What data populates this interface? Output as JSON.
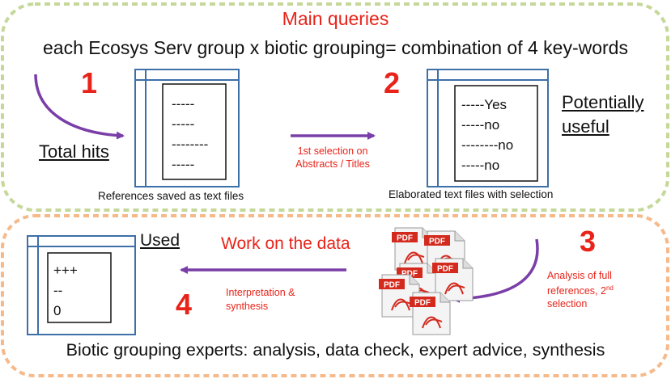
{
  "top_panel": {
    "title": "Main queries",
    "subtitle": "each Ecosys Serv group x biotic grouping= combination of 4 key-words",
    "step1_number": "1",
    "step2_number": "2",
    "total_hits_label": "Total hits",
    "doc1_lines": [
      "-----",
      "-----",
      "--------",
      "-----"
    ],
    "doc1_caption": "References saved as text files",
    "arrow1_label_line1": "1st selection on",
    "arrow1_label_line2": "Abstracts / Titles",
    "doc2_lines": [
      "-----Yes",
      "-----no",
      "--------no",
      "-----no"
    ],
    "doc2_caption": "Elaborated text files with selection",
    "potentially_line1": "Potentially",
    "potentially_line2": "useful"
  },
  "bottom_panel": {
    "used_label": "Used",
    "work_label": "Work on the data",
    "doc3_lines": [
      "+++",
      "--",
      "0"
    ],
    "interp_line1": "Interpretation &",
    "interp_line2": "synthesis",
    "step4_number": "4",
    "step3_number": "3",
    "analysis_line1": "Analysis of full",
    "analysis_line2": "references, 2",
    "analysis_sup": "nd",
    "analysis_line3": "selection",
    "pdf_label": "PDF",
    "footer": "Biotic grouping experts: analysis, data check, expert advice, synthesis"
  },
  "colors": {
    "top_border": "#c5d89a",
    "bottom_border": "#f6b98a",
    "accent_red": "#e8241a",
    "arrow_purple": "#7a3ea8",
    "doc_blue": "#3d6fa8"
  }
}
